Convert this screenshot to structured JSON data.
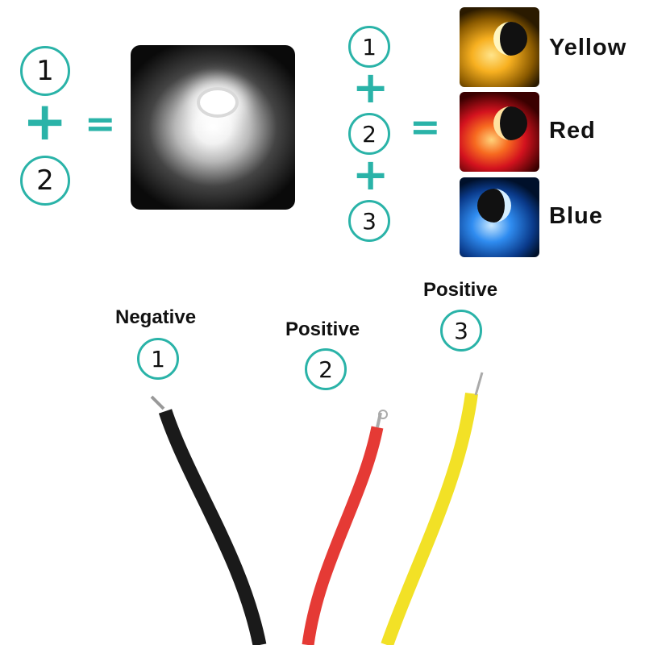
{
  "left_formula": {
    "term_a": "1",
    "plus": "+",
    "term_b": "2",
    "equals": "="
  },
  "right_formula": {
    "term_a": "1",
    "plus_1": "+",
    "term_b": "2",
    "plus_2": "+",
    "term_c": "3",
    "equals": "="
  },
  "light_modes": [
    {
      "label": "Yellow",
      "color": "#f7b020"
    },
    {
      "label": "Red",
      "color": "#e8321e"
    },
    {
      "label": "Blue",
      "color": "#1e7ae8"
    }
  ],
  "white_light_color": "#ffffff",
  "wires": [
    {
      "number": "1",
      "role": "Negative",
      "color": "#1a1a1a"
    },
    {
      "number": "2",
      "role": "Positive",
      "color": "#e53a35"
    },
    {
      "number": "3",
      "role": "Positive",
      "color": "#f2e126"
    }
  ],
  "accent_color": "#2ab3a8"
}
